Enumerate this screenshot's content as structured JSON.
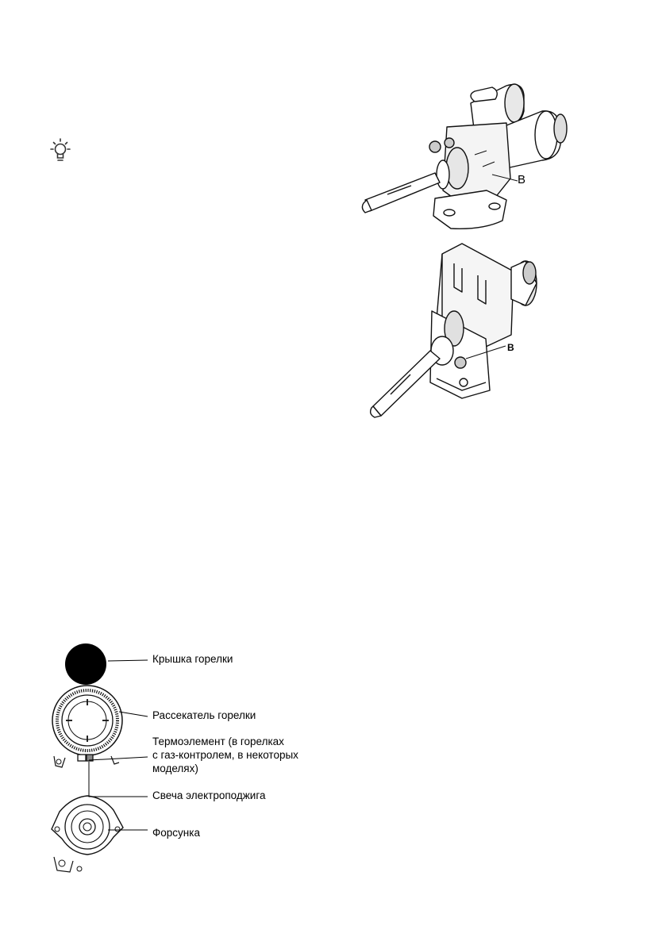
{
  "tip": {
    "icon": "lightbulb-icon"
  },
  "figures": {
    "valve_top": {
      "label": "B"
    },
    "valve_bottom": {
      "label": "B"
    }
  },
  "burner_diagram": {
    "labels": {
      "cap": "Крышка горелки",
      "divider": "Рассекатель горелки",
      "thermo_line1": "Термоэлемент (в горелках",
      "thermo_line2": "с газ-контролем, в некоторых",
      "thermo_line3": "моделях)",
      "spark": "Свеча электроподжига",
      "nozzle": "Форсунка"
    }
  }
}
